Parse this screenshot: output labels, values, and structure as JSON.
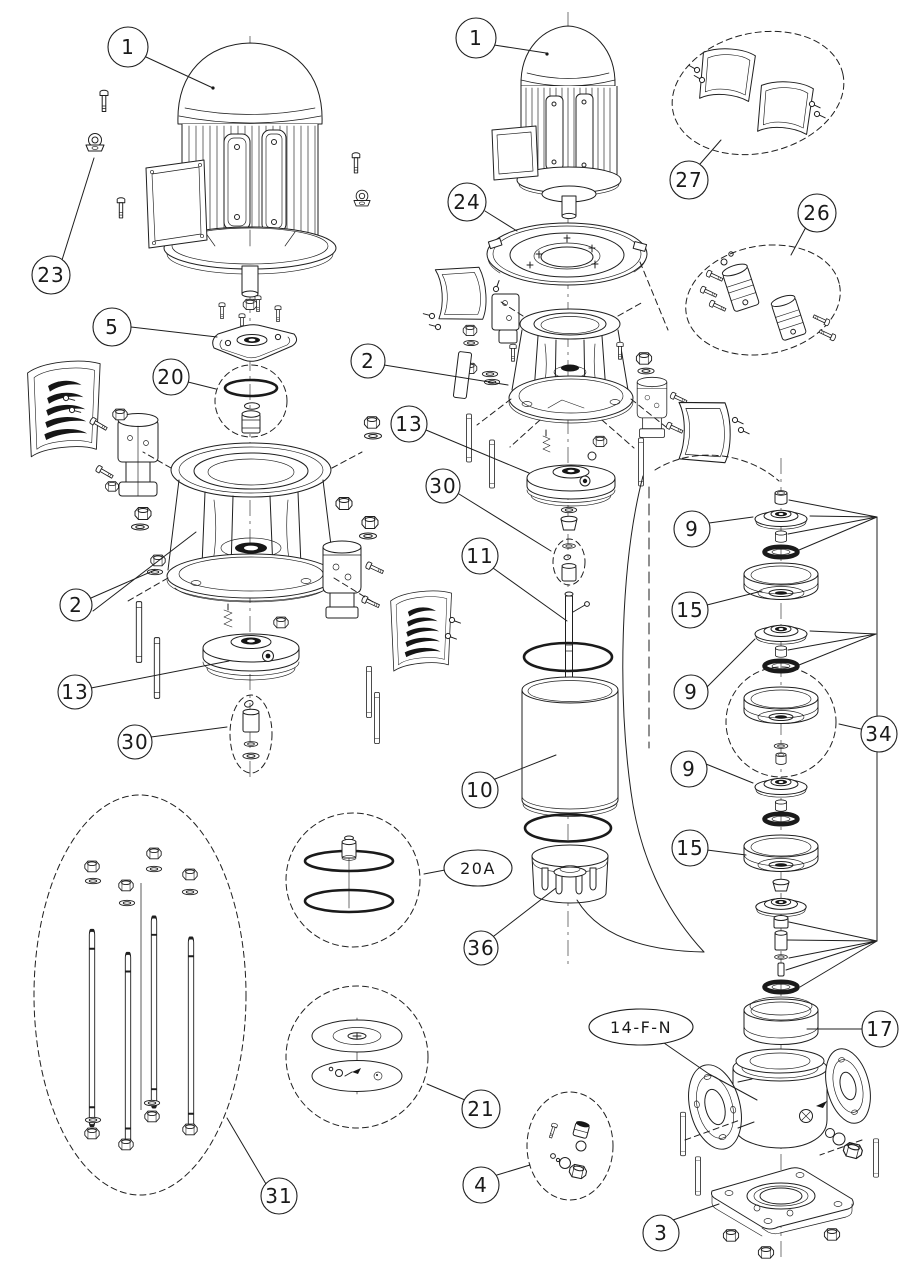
{
  "figure": {
    "background_color": "#ffffff",
    "line_color": "#1f1f1f"
  },
  "callouts": [
    {
      "label": "1"
    },
    {
      "label": "23"
    },
    {
      "label": "1"
    },
    {
      "label": "24"
    },
    {
      "label": "27"
    },
    {
      "label": "26"
    },
    {
      "label": "5"
    },
    {
      "label": "20"
    },
    {
      "label": "2"
    },
    {
      "label": "13"
    },
    {
      "label": "30"
    },
    {
      "label": "11"
    },
    {
      "label": "2"
    },
    {
      "label": "13"
    },
    {
      "label": "30"
    },
    {
      "label": "10"
    },
    {
      "label": "20A"
    },
    {
      "label": "36"
    },
    {
      "label": "9"
    },
    {
      "label": "15"
    },
    {
      "label": "9"
    },
    {
      "label": "34"
    },
    {
      "label": "9"
    },
    {
      "label": "15"
    },
    {
      "label": "17"
    },
    {
      "label": "14-F-N"
    },
    {
      "label": "3"
    },
    {
      "label": "31"
    },
    {
      "label": "21"
    },
    {
      "label": "4"
    }
  ]
}
